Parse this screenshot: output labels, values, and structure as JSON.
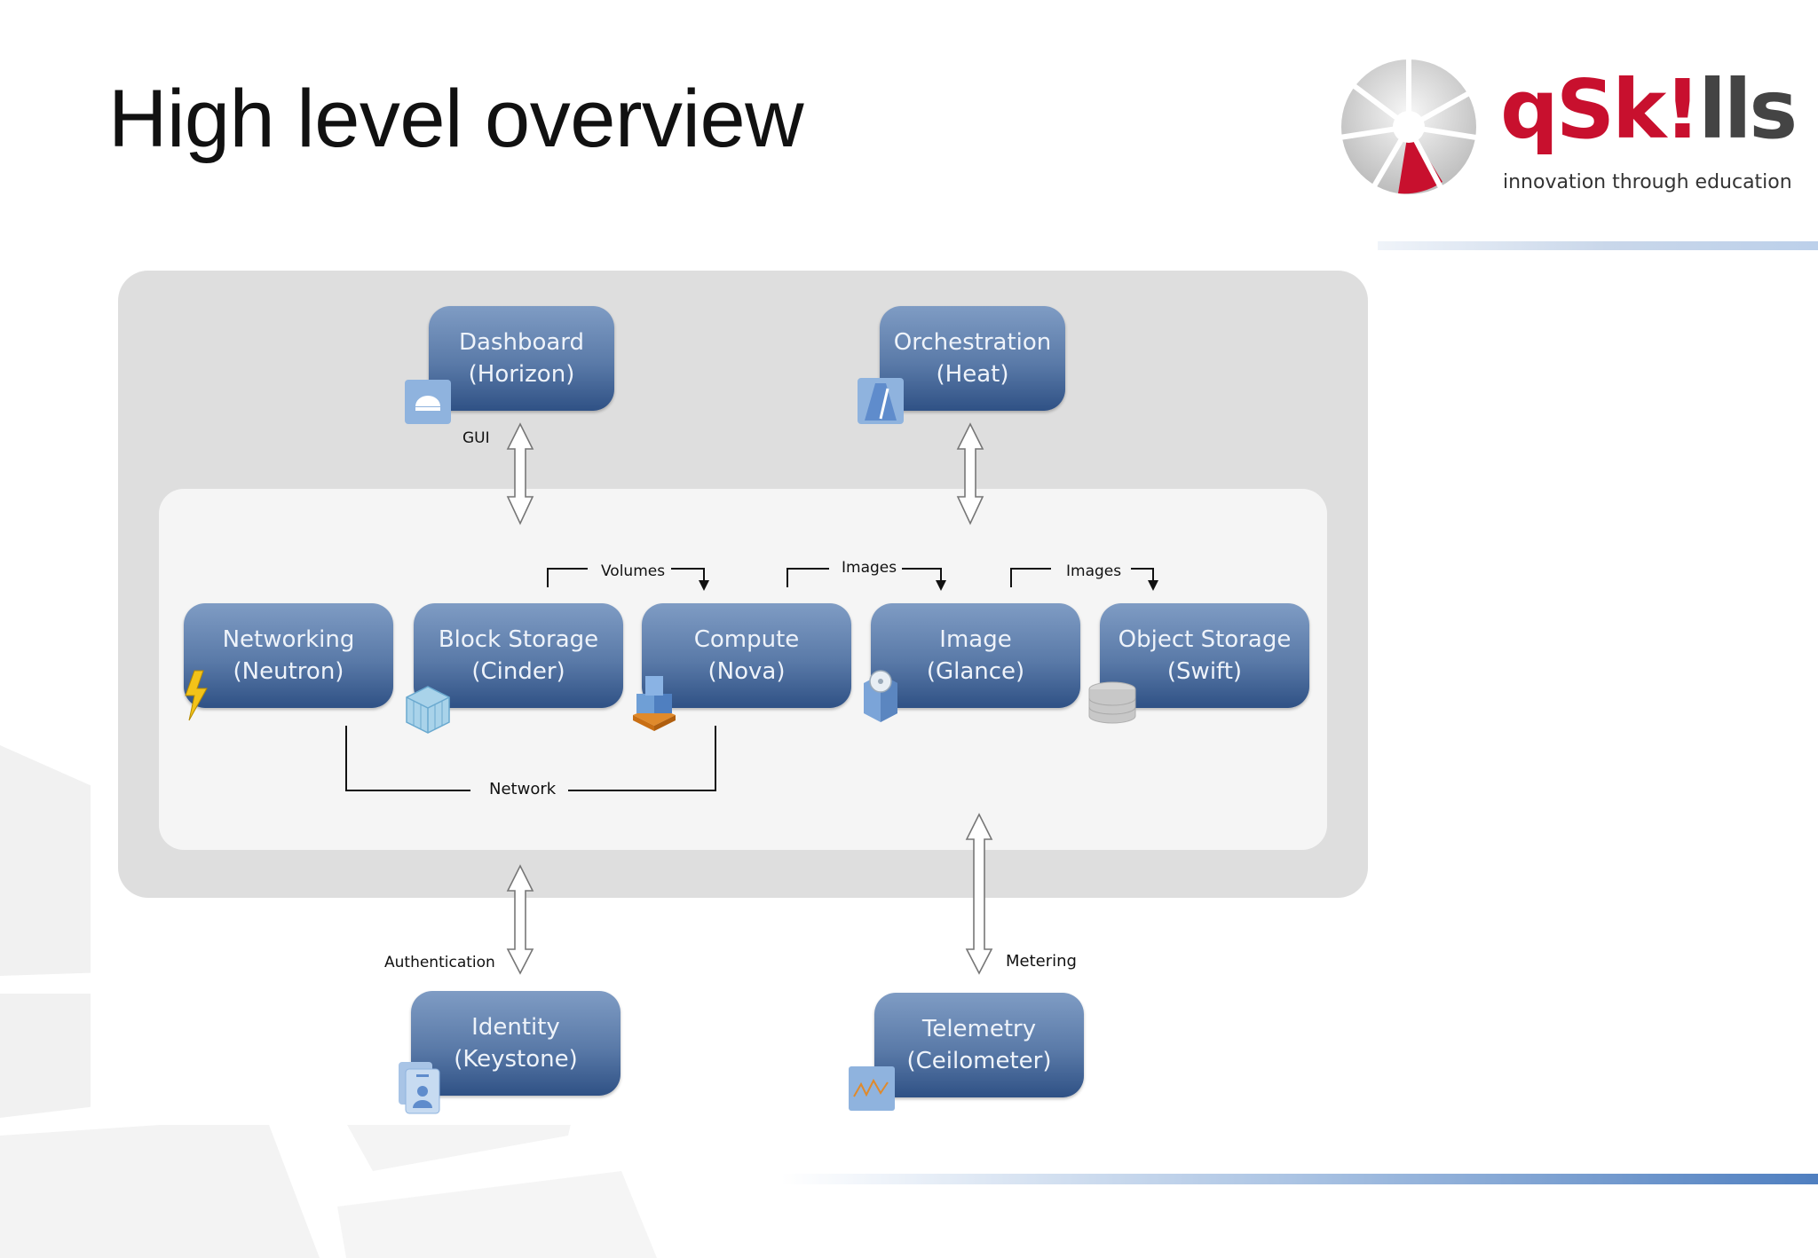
{
  "slide": {
    "title": "High level overview"
  },
  "logo": {
    "word_part1": "qSk",
    "word_excl": "!",
    "word_part2": "lls",
    "tagline": "innovation through education"
  },
  "services": {
    "dashboard": {
      "line1": "Dashboard",
      "line2": "(Horizon)",
      "icon": "dashboard-icon"
    },
    "orchestration": {
      "line1": "Orchestration",
      "line2": "(Heat)",
      "icon": "metronome-icon"
    },
    "networking": {
      "line1": "Networking",
      "line2": "(Neutron)",
      "icon": "lightning-icon"
    },
    "block_storage": {
      "line1": "Block Storage",
      "line2": "(Cinder)",
      "icon": "cube-grid-icon"
    },
    "compute": {
      "line1": "Compute",
      "line2": "(Nova)",
      "icon": "stacked-cubes-icon"
    },
    "image": {
      "line1": "Image",
      "line2": "(Glance)",
      "icon": "disc-icon"
    },
    "object_storage": {
      "line1": "Object Storage",
      "line2": "(Swift)",
      "icon": "database-icon"
    },
    "identity": {
      "line1": "Identity",
      "line2": "(Keystone)",
      "icon": "id-card-icon"
    },
    "telemetry": {
      "line1": "Telemetry",
      "line2": "(Ceilometer)",
      "icon": "chart-icon"
    }
  },
  "connections": {
    "gui": "GUI",
    "volumes": "Volumes",
    "images_1": "Images",
    "images_2": "Images",
    "network": "Network",
    "authentication": "Authentication",
    "metering": "Metering"
  },
  "colors": {
    "service_top": "#7f9cc4",
    "service_bottom": "#2f5185",
    "logo_red": "#c8102e"
  }
}
